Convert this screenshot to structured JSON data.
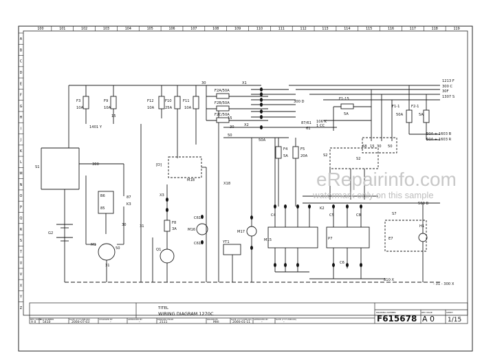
{
  "grid": {
    "columns": [
      "100",
      "101",
      "102",
      "103",
      "104",
      "105",
      "106",
      "107",
      "108",
      "109",
      "110",
      "111",
      "112",
      "113",
      "114",
      "115",
      "116",
      "117",
      "118",
      "119"
    ],
    "rows": [
      "A",
      "B",
      "C",
      "D",
      "E",
      "F",
      "G",
      "H",
      "I",
      "J",
      "K",
      "L",
      "M",
      "N",
      "O",
      "P",
      "Q",
      "R",
      "S",
      "T",
      "U",
      "V",
      "X",
      "Y",
      "Z"
    ]
  },
  "title_block": {
    "kind": "TITEL",
    "title": "WIRING DIAGRAM 1270C",
    "hdr_rev": "REV. ISSUE",
    "hdr_eco": "ECO NUMBER",
    "hdr_date": "DATE (YYYY-MM-DD)",
    "hdr_changed": "CHANGED BY",
    "hdr_approved": "APPROVED BY",
    "hdr_derived": "DERIVED FROM",
    "hdr_drawn": "DRAWN BY",
    "hdr_date2": "DATE (YYYY-MM-DD)",
    "hdr_approved2": "APPROVED BY",
    "hdr_date3": "DATE (YYYY-MM-DD)",
    "rev_issue": "A 0",
    "eco": "5410",
    "date": "2000-07-03",
    "changed_by": "-",
    "approved_by": "-",
    "derived_from": "2111",
    "drawn_by": "MHI",
    "date2": "2000-01-11",
    "approved2": "-",
    "date3": "-",
    "hdr_drawing": "DRAWING NUMBER",
    "drawing_number": "F615678",
    "hdr_rev2": "REV ISSUE",
    "rev": "A 0",
    "hdr_sheet": "SHEET",
    "sheet": "1/15"
  },
  "watermark": {
    "brand": "eRepairinfo.com",
    "note": "watermark only on this sample"
  },
  "labels": {
    "s1": "S1",
    "g2": "G2",
    "m1": "M1",
    "m1_pin": "31",
    "m1_50": "50",
    "b6": "B6",
    "b6_85": "85",
    "k3": "K3",
    "k3_87": "87",
    "k3_30": "30",
    "f3": "F3",
    "f3_val": "10A",
    "f9": "F9",
    "f9_val": "10A",
    "f12": "F12",
    "f12_val": "10A",
    "f10": "F10",
    "f10_val": "25A",
    "f11": "F11",
    "f11_val": "10A",
    "f8": "F8",
    "f8_val": "3A",
    "ref_1401": "1401 Y",
    "ref_15": "15",
    "w300": "300",
    "w30": "30",
    "w31": "31",
    "w30s": "30",
    "x1": "X1",
    "x2": "X2",
    "x3": "X3",
    "x18": "X18",
    "f2a": "F2A/50A",
    "f2b": "F2B/50A",
    "f2c": "F2C/50A",
    "ref_300d": "300 D",
    "r15": "15",
    "r50": "50",
    "r50a": "50A",
    "f115": "F1-15",
    "f115_val": "5A",
    "f4": "F4",
    "f4_val": "5A",
    "f5": "F5",
    "f5_val": "20A",
    "k2": "K2",
    "w8761": "87/61",
    "w61": "61",
    "f11b": "F1-1",
    "f11b_val": "50A",
    "f21": "F2-1",
    "f21_val": "5A",
    "r1213f": "1213 F",
    "r300c": "300 C",
    "r30f": "30F",
    "r1307s": "1307 S",
    "r1603b": "50A + 1603 B",
    "r1603r": "50A + 1603 R",
    "r500b": "500 B",
    "r810x": "810 X",
    "r300x": "- 31 - 300 X",
    "r106k": "106 K",
    "r1cc": "1 CC",
    "k5_58": "58",
    "k5_15": "15",
    "k5_30": "30",
    "k5_50": "50",
    "m15": "M15",
    "p7": "P7",
    "m16": "M16",
    "m17": "M17",
    "c61a": "C61",
    "c61b": "C61",
    "m18": "M18",
    "ys1": "YT1",
    "cn4": "C4",
    "cn5": "C5",
    "cn6": "C6",
    "cn8": "C8",
    "g1": "Q1",
    "s7": "S7",
    "h1": "H1",
    "e7": "E7",
    "s2": "S2",
    "s2b": "S2",
    "dig": "[D]"
  }
}
